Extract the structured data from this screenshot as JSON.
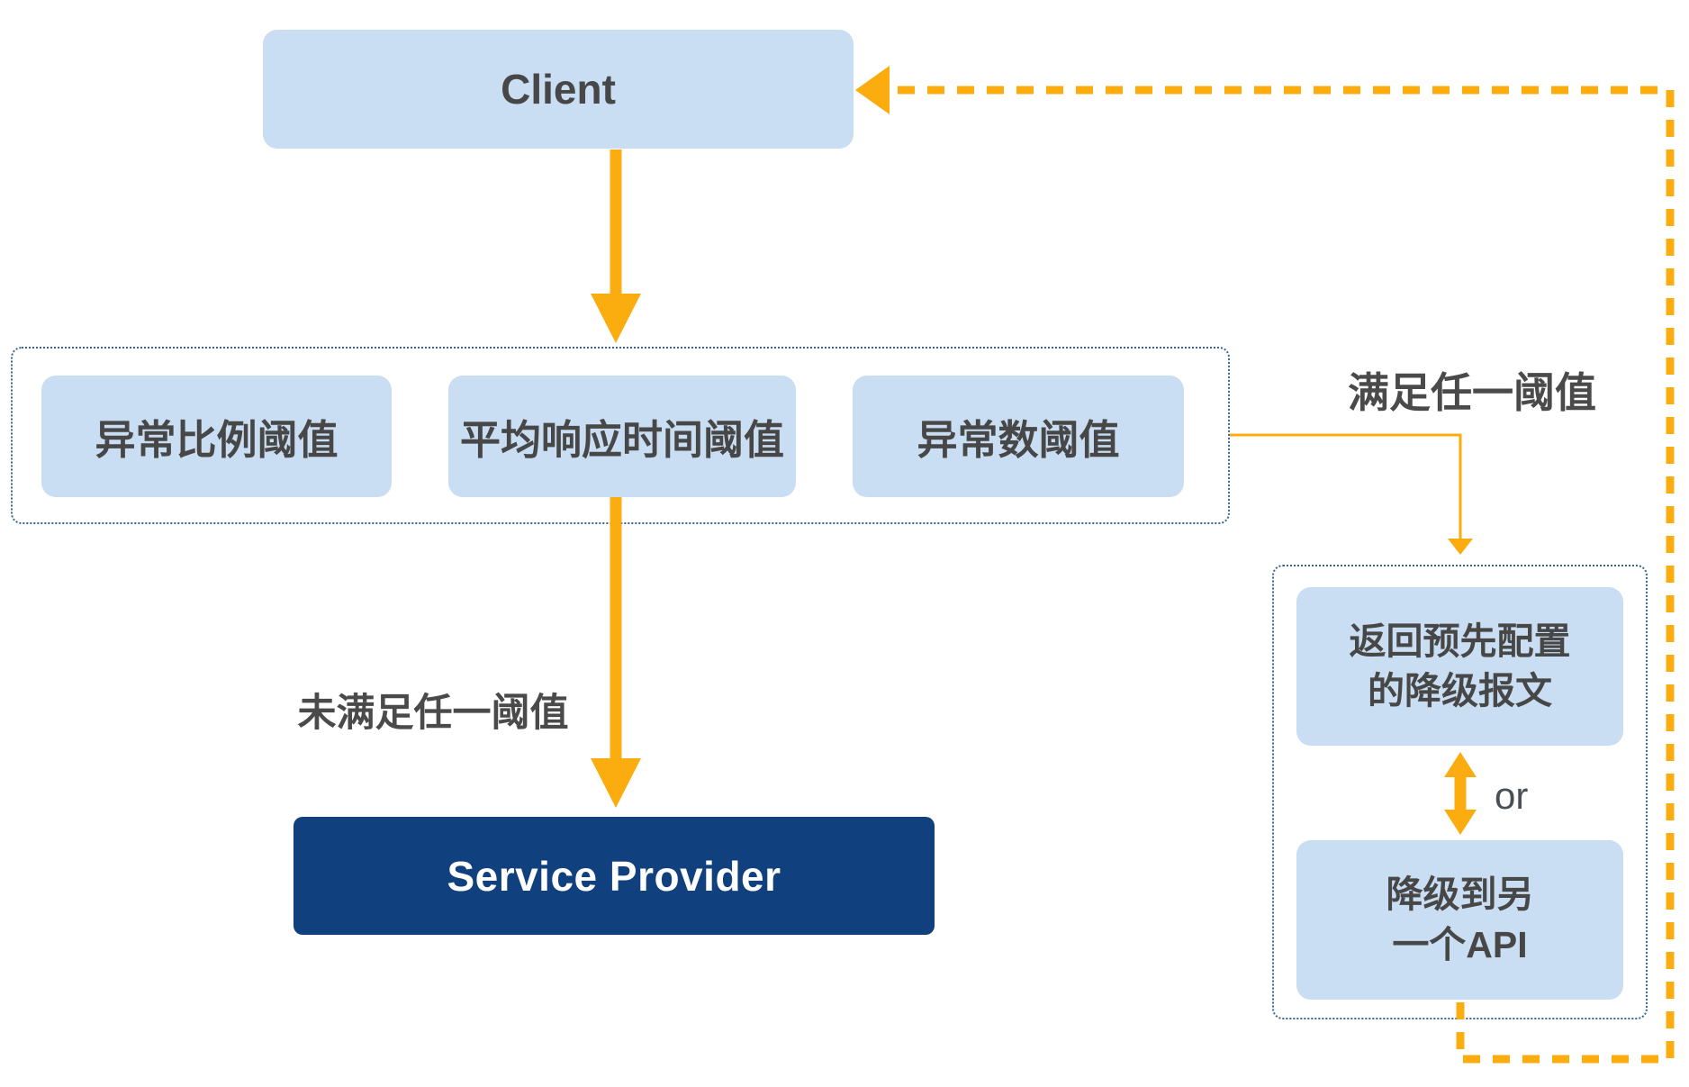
{
  "nodes": {
    "client": {
      "label": "Client"
    },
    "thresholds": {
      "items": [
        "异常比例阈值",
        "平均响应时间阈值",
        "异常数阈值"
      ]
    },
    "fallback": {
      "return_box": {
        "lines": [
          "返回预先配置",
          "的降级报文"
        ]
      },
      "api_box": {
        "lines": [
          "降级到另",
          "一个API"
        ]
      }
    },
    "service_provider": {
      "label": "Service Provider"
    }
  },
  "labels": {
    "satisfy": "满足任一阈值",
    "not_satisfy": "未满足任一阈值",
    "or": "or"
  },
  "colors": {
    "node_fill_light": "#C9DDF3",
    "node_fill_dark": "#10407E",
    "arrow_orange": "#FBAD0F",
    "dotted_border": "#3A6490",
    "text_dark": "#4A4A4A",
    "text_light": "#FFFFFF"
  }
}
